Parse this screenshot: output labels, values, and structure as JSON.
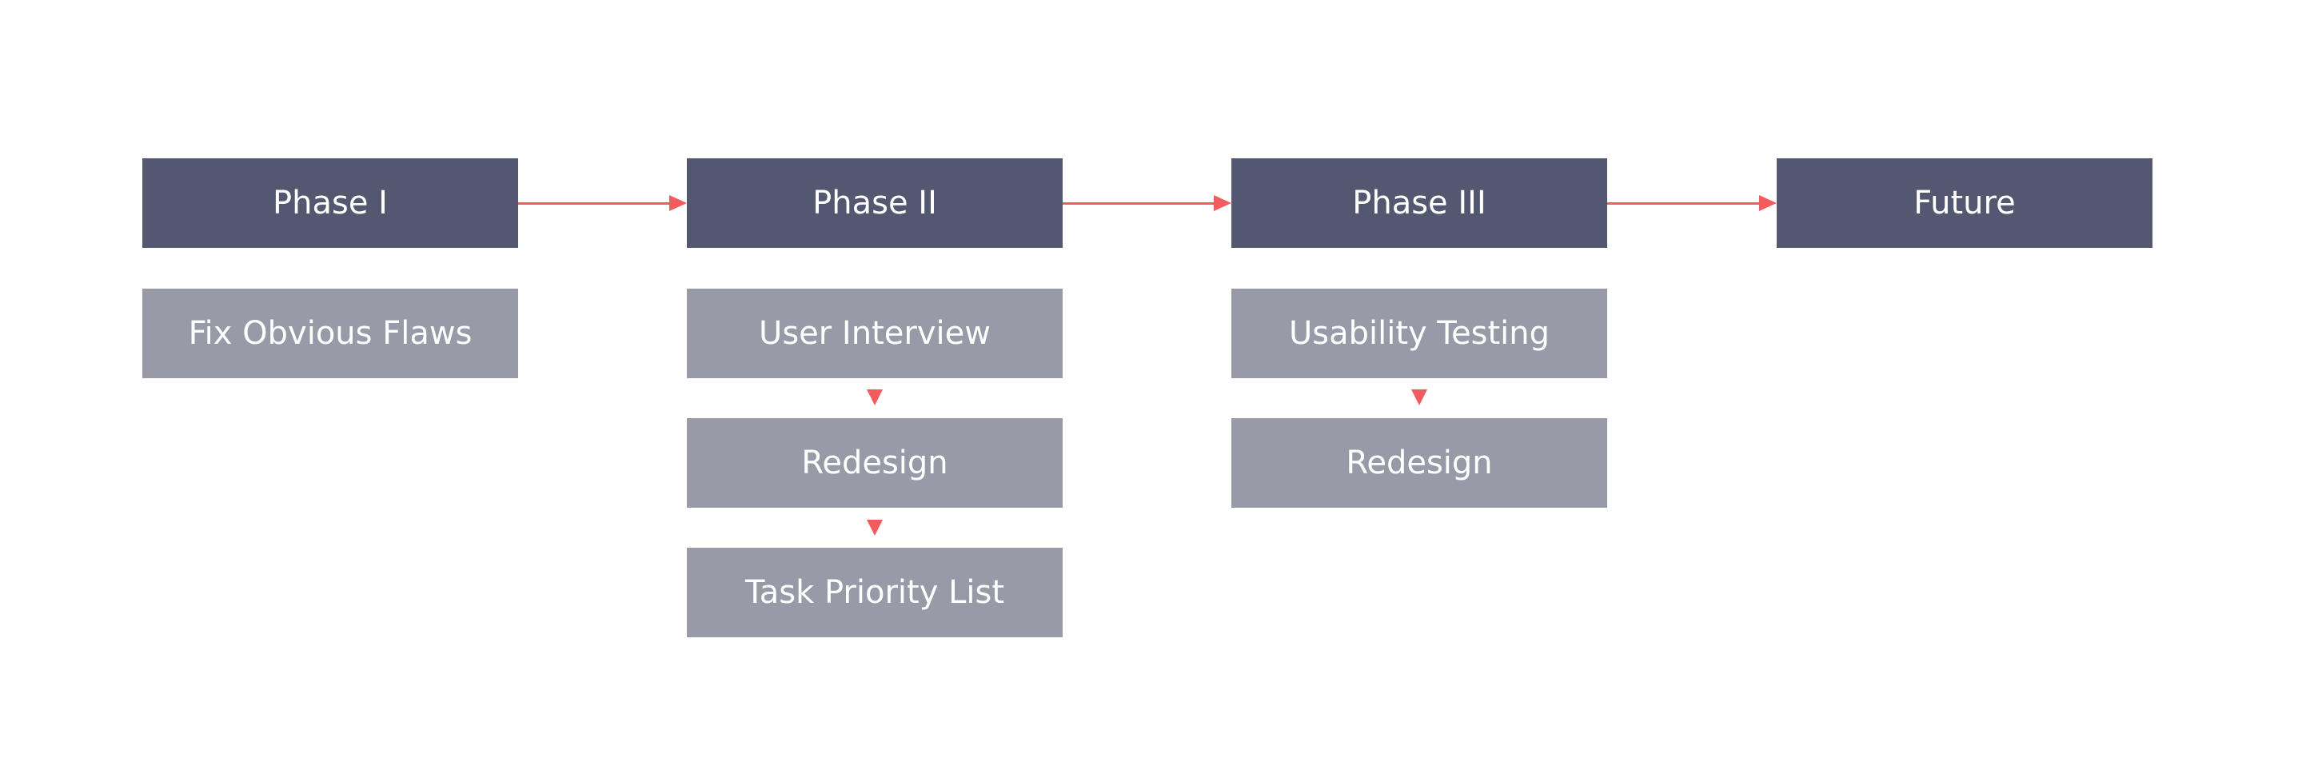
{
  "diagram": {
    "phases": [
      {
        "label": "Phase I"
      },
      {
        "label": "Phase II"
      },
      {
        "label": "Phase III"
      },
      {
        "label": "Future"
      }
    ],
    "steps": {
      "phase_1": [
        "Fix Obvious Flaws"
      ],
      "phase_2": [
        "User Interview",
        "Redesign",
        "Task Priority List"
      ],
      "phase_3": [
        "Usability Testing",
        "Redesign"
      ]
    },
    "colors": {
      "phase_box": "#535770",
      "step_box": "#989aa8",
      "arrow": "#f25c5f",
      "text": "#ffffff"
    }
  }
}
